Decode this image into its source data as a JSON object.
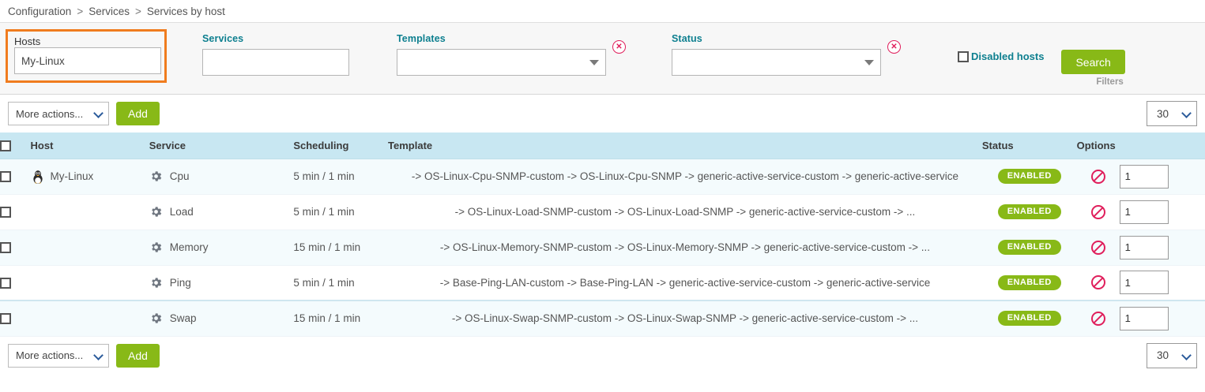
{
  "breadcrumb": {
    "items": [
      "Configuration",
      "Services",
      "Services by host"
    ],
    "separator": ">"
  },
  "filters": {
    "hosts": {
      "label": "Hosts",
      "value": "My-Linux",
      "placeholder": ""
    },
    "services": {
      "label": "Services",
      "value": "",
      "placeholder": ""
    },
    "templates": {
      "label": "Templates",
      "value": "",
      "clear_icon": "clear-circle-icon"
    },
    "status": {
      "label": "Status",
      "value": "",
      "clear_icon": "clear-circle-icon"
    },
    "disabled_hosts": {
      "label": "Disabled hosts",
      "checked": false
    },
    "search_label": "Search",
    "filters_tag": "Filters",
    "highlight_color": "#f07c1e",
    "label_color": "#0d7f8f"
  },
  "toolbar": {
    "more_actions_label": "More actions...",
    "add_label": "Add",
    "page_size": "30"
  },
  "table": {
    "columns": [
      "Host",
      "Service",
      "Scheduling",
      "Template",
      "Status",
      "Options"
    ],
    "header_bg": "#c8e7f2",
    "rows": [
      {
        "host": "My-Linux",
        "host_icon": "linux-penguin-icon",
        "service": "Cpu",
        "service_icon": "gear-icon",
        "scheduling": "5 min / 1 min",
        "template": "-> OS-Linux-Cpu-SNMP-custom -> OS-Linux-Cpu-SNMP -> generic-active-service-custom -> generic-active-service",
        "status": "ENABLED",
        "option_icon": "disable-ban-icon",
        "qty": "1"
      },
      {
        "host": "",
        "host_icon": "",
        "service": "Load",
        "service_icon": "gear-icon",
        "scheduling": "5 min / 1 min",
        "template": "-> OS-Linux-Load-SNMP-custom -> OS-Linux-Load-SNMP -> generic-active-service-custom -> ...",
        "status": "ENABLED",
        "option_icon": "disable-ban-icon",
        "qty": "1"
      },
      {
        "host": "",
        "host_icon": "",
        "service": "Memory",
        "service_icon": "gear-icon",
        "scheduling": "15 min / 1 min",
        "template": "-> OS-Linux-Memory-SNMP-custom -> OS-Linux-Memory-SNMP -> generic-active-service-custom -> ...",
        "status": "ENABLED",
        "option_icon": "disable-ban-icon",
        "qty": "1"
      },
      {
        "host": "",
        "host_icon": "",
        "service": "Ping",
        "service_icon": "gear-icon",
        "scheduling": "5 min / 1 min",
        "template": "-> Base-Ping-LAN-custom -> Base-Ping-LAN -> generic-active-service-custom -> generic-active-service",
        "status": "ENABLED",
        "option_icon": "disable-ban-icon",
        "qty": "1"
      },
      {
        "host": "",
        "host_icon": "",
        "service": "Swap",
        "service_icon": "gear-icon",
        "scheduling": "15 min / 1 min",
        "template": "-> OS-Linux-Swap-SNMP-custom -> OS-Linux-Swap-SNMP -> generic-active-service-custom -> ...",
        "status": "ENABLED",
        "option_icon": "disable-ban-icon",
        "qty": "1"
      }
    ]
  },
  "colors": {
    "accent_green": "#88b917",
    "teal_label": "#0d7f8f",
    "highlight_orange": "#f07c1e",
    "header_blue": "#c8e7f2",
    "danger_red": "#e01f5c"
  }
}
